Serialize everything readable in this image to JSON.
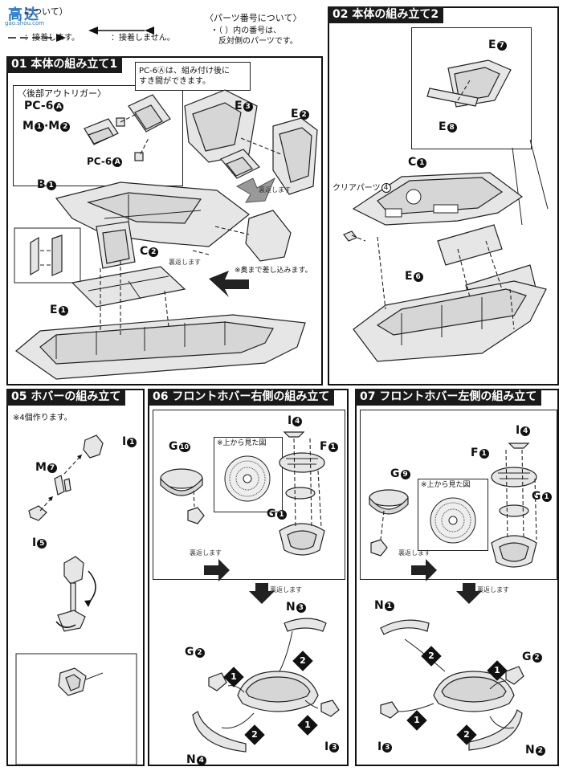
{
  "watermark": {
    "site": "高达",
    "sub": "gao.shou.com"
  },
  "legend": {
    "left_title": "について）",
    "glued": "：接着します。",
    "not_glued": "：接着しません。",
    "parts_title": "〈パーツ番号について〉",
    "parts_line1": "・（ ）内の番号は、",
    "parts_line2": "反対側のパーツです。"
  },
  "step01": {
    "title": "01 本体の組み立て1",
    "callout": [
      "PC-6Ⓐは、組み付け後に",
      "すき間ができます。"
    ],
    "outrigger": "〈後部アウトリガー〉",
    "pc6a": "PC-6",
    "pc6a_b": "PC-6",
    "m": "M",
    "m_sep": "·M",
    "e3": "E",
    "e2": "E",
    "b1": "B",
    "c2": "C",
    "e1": "E",
    "flip": "裏返します",
    "flip2": "裏返します",
    "insert": "※奥まで差し込みます。"
  },
  "step02": {
    "title": "02 本体の組み立て2",
    "e7": "E",
    "e8": "E",
    "c1": "C",
    "clear": "クリアパーツ",
    "e6": "E"
  },
  "step05": {
    "title": "05 ホバーの組み立て",
    "note": "※4個作ります。",
    "m7": "M",
    "i1": "I",
    "i5": "I"
  },
  "step06": {
    "title": "06 フロントホバー右側の組み立て",
    "g10": "G",
    "topview": "※上から見た図",
    "i4": "I",
    "f1": "F",
    "g1": "G",
    "flip": "裏返します",
    "flip2": "裏返します",
    "n3": "N",
    "g2": "G",
    "i3": "I",
    "n4": "N"
  },
  "step07": {
    "title": "07 フロントホバー左側の組み立て",
    "g9": "G",
    "topview": "※上から見た図",
    "i4": "I",
    "f1": "F",
    "g1": "G",
    "flip": "裏返します",
    "flip2": "裏返します",
    "n1": "N",
    "g2": "G",
    "i3": "I",
    "n2": "N"
  },
  "circles": {
    "A": "A",
    "n1": "1",
    "n2": "2",
    "n3": "3",
    "n4": "4",
    "n5": "5",
    "n6": "6",
    "n7": "7",
    "n8": "8",
    "n9": "9",
    "n10": "10"
  }
}
